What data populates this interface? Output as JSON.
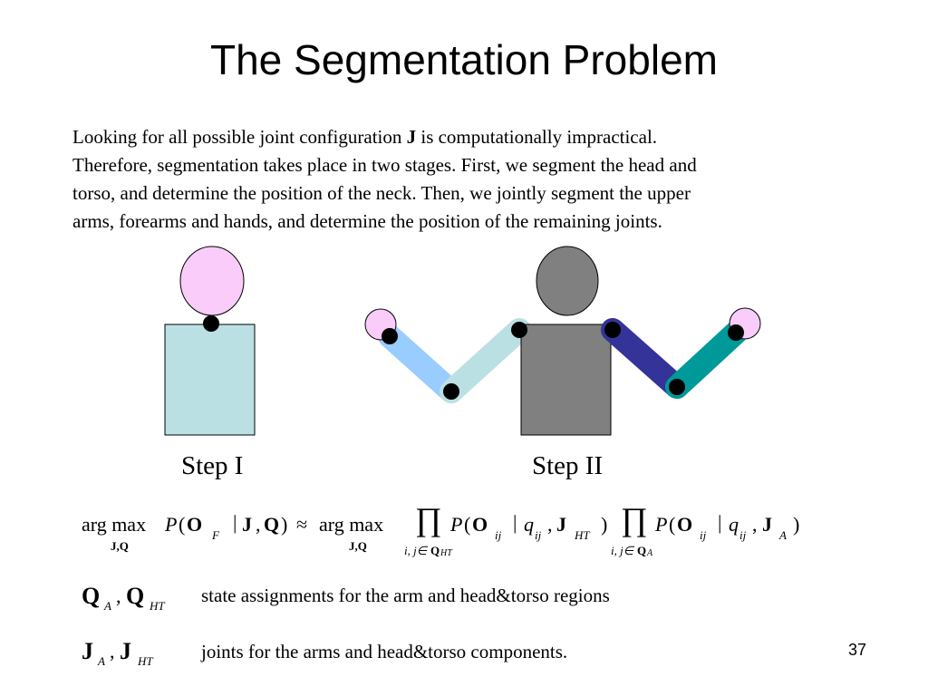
{
  "slide": {
    "title": "The Segmentation Problem",
    "paragraph_lines": [
      {
        "pre": "Looking for all possible joint configuration ",
        "bold": "J",
        "post": " is computationally impractical."
      },
      {
        "pre": "Therefore, segmentation takes place in two stages. First, we segment the head and",
        "bold": "",
        "post": ""
      },
      {
        "pre": "torso, and determine the position of the neck. Then, we jointly segment the upper",
        "bold": "",
        "post": ""
      },
      {
        "pre": "arms, forearms and hands, and determine the position of the remaining joints.",
        "bold": "",
        "post": ""
      }
    ],
    "steps": {
      "step1": "Step I",
      "step2": "Step II"
    },
    "equation": {
      "argmax": "arg max",
      "argmax_sub": "J,Q",
      "lhs_P": "P",
      "open": "(",
      "O": "O",
      "sub_F": "F",
      "bar": "|",
      "J": "J",
      "comma": ",",
      "Q": "Q",
      "close": ")",
      "approx": "≈",
      "prod": "∏",
      "q": "q",
      "sub_ij": "ij",
      "sub_HT": "HT",
      "sub_A": "A",
      "prod_sub_pre": "i, j∈",
      "prod_sub_Q": "Q"
    },
    "definitions": [
      {
        "sym1": "Q",
        "sub1": "A",
        "sym2": "Q",
        "sub2": "HT",
        "text": "state assignments for the arm and head&torso regions"
      },
      {
        "sym1": "J",
        "sub1": "A",
        "sym2": "J",
        "sub2": "HT",
        "text": "joints for the arms and head&torso components."
      }
    ],
    "page_number": "37"
  },
  "colors": {
    "head_step1": "#f9ccf9",
    "torso_step1": "#bbe0e3",
    "head_step2": "#808080",
    "torso_step2": "#808080",
    "left_upper_arm": "#bbe0e3",
    "left_forearm": "#99ccff",
    "left_hand": "#f9ccf9",
    "right_upper_arm": "#333399",
    "right_forearm": "#009999",
    "right_hand": "#f9ccf9",
    "joint": "#000000"
  }
}
